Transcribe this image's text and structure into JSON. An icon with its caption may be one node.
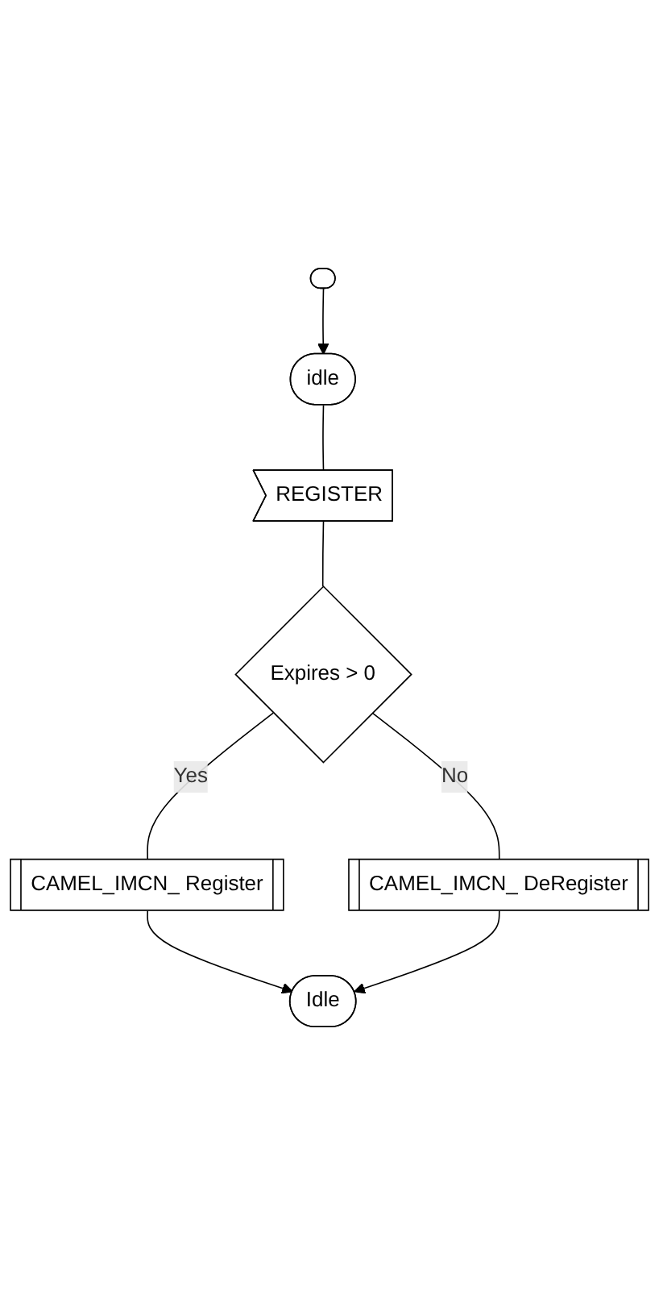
{
  "diagram": {
    "nodes": [
      {
        "text": [],
        "shape": "box"
      },
      {
        "text": [
          "idle"
        ]
      },
      {
        "text": [
          "REGISTER"
        ]
      },
      {
        "text": [
          "Expires > 0"
        ]
      },
      {
        "text": [
          "CAMEL_IMCN_ DeRegister"
        ]
      },
      {
        "text": [
          "CAMEL_IMCN_ Register"
        ]
      },
      {
        "text": [
          "Idle"
        ]
      }
    ],
    "edges": [
      {
        "from": 0,
        "to": 1,
        "arrow": "to"
      },
      {
        "from": 1,
        "to": 2,
        "arrow": "none"
      },
      {
        "from": 2,
        "to": 3,
        "arrow": "none"
      },
      {
        "from": 3,
        "to": 4,
        "arrow": "none",
        "label": "No"
      },
      {
        "from": 3,
        "to": 5,
        "arrow": "none",
        "label": "Yes"
      },
      {
        "from": 5,
        "to": 6,
        "arrow": "to"
      },
      {
        "from": 4,
        "to": 6,
        "arrow": "to"
      }
    ]
  }
}
